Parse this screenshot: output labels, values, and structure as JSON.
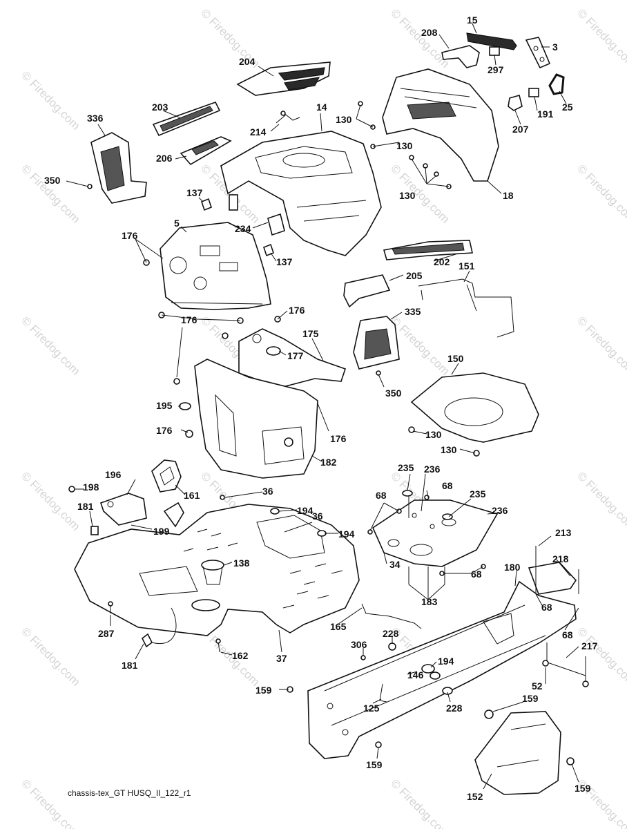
{
  "footer_text": "chassis-tex_GT HUSQ_II_122_r1",
  "watermark_text": "© Firedog.com",
  "labels": [
    {
      "id": "l15",
      "text": "15"
    },
    {
      "id": "l208",
      "text": "208"
    },
    {
      "id": "l3",
      "text": "3"
    },
    {
      "id": "l297",
      "text": "297"
    },
    {
      "id": "l25",
      "text": "25"
    },
    {
      "id": "l191",
      "text": "191"
    },
    {
      "id": "l207",
      "text": "207"
    },
    {
      "id": "l204",
      "text": "204"
    },
    {
      "id": "l203",
      "text": "203"
    },
    {
      "id": "l14",
      "text": "14"
    },
    {
      "id": "l214",
      "text": "214"
    },
    {
      "id": "l336",
      "text": "336"
    },
    {
      "id": "l206",
      "text": "206"
    },
    {
      "id": "l350a",
      "text": "350"
    },
    {
      "id": "l130a",
      "text": "130"
    },
    {
      "id": "l130b",
      "text": "130"
    },
    {
      "id": "l130c",
      "text": "130"
    },
    {
      "id": "l18",
      "text": "18"
    },
    {
      "id": "l137a",
      "text": "137"
    },
    {
      "id": "l5",
      "text": "5"
    },
    {
      "id": "l234",
      "text": "234"
    },
    {
      "id": "l137b",
      "text": "137"
    },
    {
      "id": "l176a",
      "text": "176"
    },
    {
      "id": "l202",
      "text": "202"
    },
    {
      "id": "l151",
      "text": "151"
    },
    {
      "id": "l205",
      "text": "205"
    },
    {
      "id": "l176b",
      "text": "176"
    },
    {
      "id": "l176c",
      "text": "176"
    },
    {
      "id": "l335",
      "text": "335"
    },
    {
      "id": "l175",
      "text": "175"
    },
    {
      "id": "l177",
      "text": "177"
    },
    {
      "id": "l150",
      "text": "150"
    },
    {
      "id": "l350b",
      "text": "350"
    },
    {
      "id": "l195",
      "text": "195"
    },
    {
      "id": "l176d",
      "text": "176"
    },
    {
      "id": "l176e",
      "text": "176"
    },
    {
      "id": "l130d",
      "text": "130"
    },
    {
      "id": "l130e",
      "text": "130"
    },
    {
      "id": "l182",
      "text": "182"
    },
    {
      "id": "l235a",
      "text": "235"
    },
    {
      "id": "l236a",
      "text": "236"
    },
    {
      "id": "l196",
      "text": "196"
    },
    {
      "id": "l198",
      "text": "198"
    },
    {
      "id": "l161",
      "text": "161"
    },
    {
      "id": "l36a",
      "text": "36"
    },
    {
      "id": "l68a",
      "text": "68"
    },
    {
      "id": "l68b",
      "text": "68"
    },
    {
      "id": "l235b",
      "text": "235"
    },
    {
      "id": "l181a",
      "text": "181"
    },
    {
      "id": "l194a",
      "text": "194"
    },
    {
      "id": "l36b",
      "text": "36"
    },
    {
      "id": "l236b",
      "text": "236"
    },
    {
      "id": "l199",
      "text": "199"
    },
    {
      "id": "l194b",
      "text": "194"
    },
    {
      "id": "l213",
      "text": "213"
    },
    {
      "id": "l138",
      "text": "138"
    },
    {
      "id": "l218",
      "text": "218"
    },
    {
      "id": "l34",
      "text": "34"
    },
    {
      "id": "l68c",
      "text": "68"
    },
    {
      "id": "l180",
      "text": "180"
    },
    {
      "id": "l183",
      "text": "183"
    },
    {
      "id": "l68d",
      "text": "68"
    },
    {
      "id": "l165",
      "text": "165"
    },
    {
      "id": "l287",
      "text": "287"
    },
    {
      "id": "l228a",
      "text": "228"
    },
    {
      "id": "l68e",
      "text": "68"
    },
    {
      "id": "l306",
      "text": "306"
    },
    {
      "id": "l217",
      "text": "217"
    },
    {
      "id": "l37",
      "text": "37"
    },
    {
      "id": "l162",
      "text": "162"
    },
    {
      "id": "l194c",
      "text": "194"
    },
    {
      "id": "l181b",
      "text": "181"
    },
    {
      "id": "l146",
      "text": "146"
    },
    {
      "id": "l52",
      "text": "52"
    },
    {
      "id": "l159a",
      "text": "159"
    },
    {
      "id": "l228b",
      "text": "228"
    },
    {
      "id": "l125",
      "text": "125"
    },
    {
      "id": "l159b",
      "text": "159"
    },
    {
      "id": "l159c",
      "text": "159"
    },
    {
      "id": "l159d",
      "text": "159"
    },
    {
      "id": "l152",
      "text": "152"
    }
  ]
}
